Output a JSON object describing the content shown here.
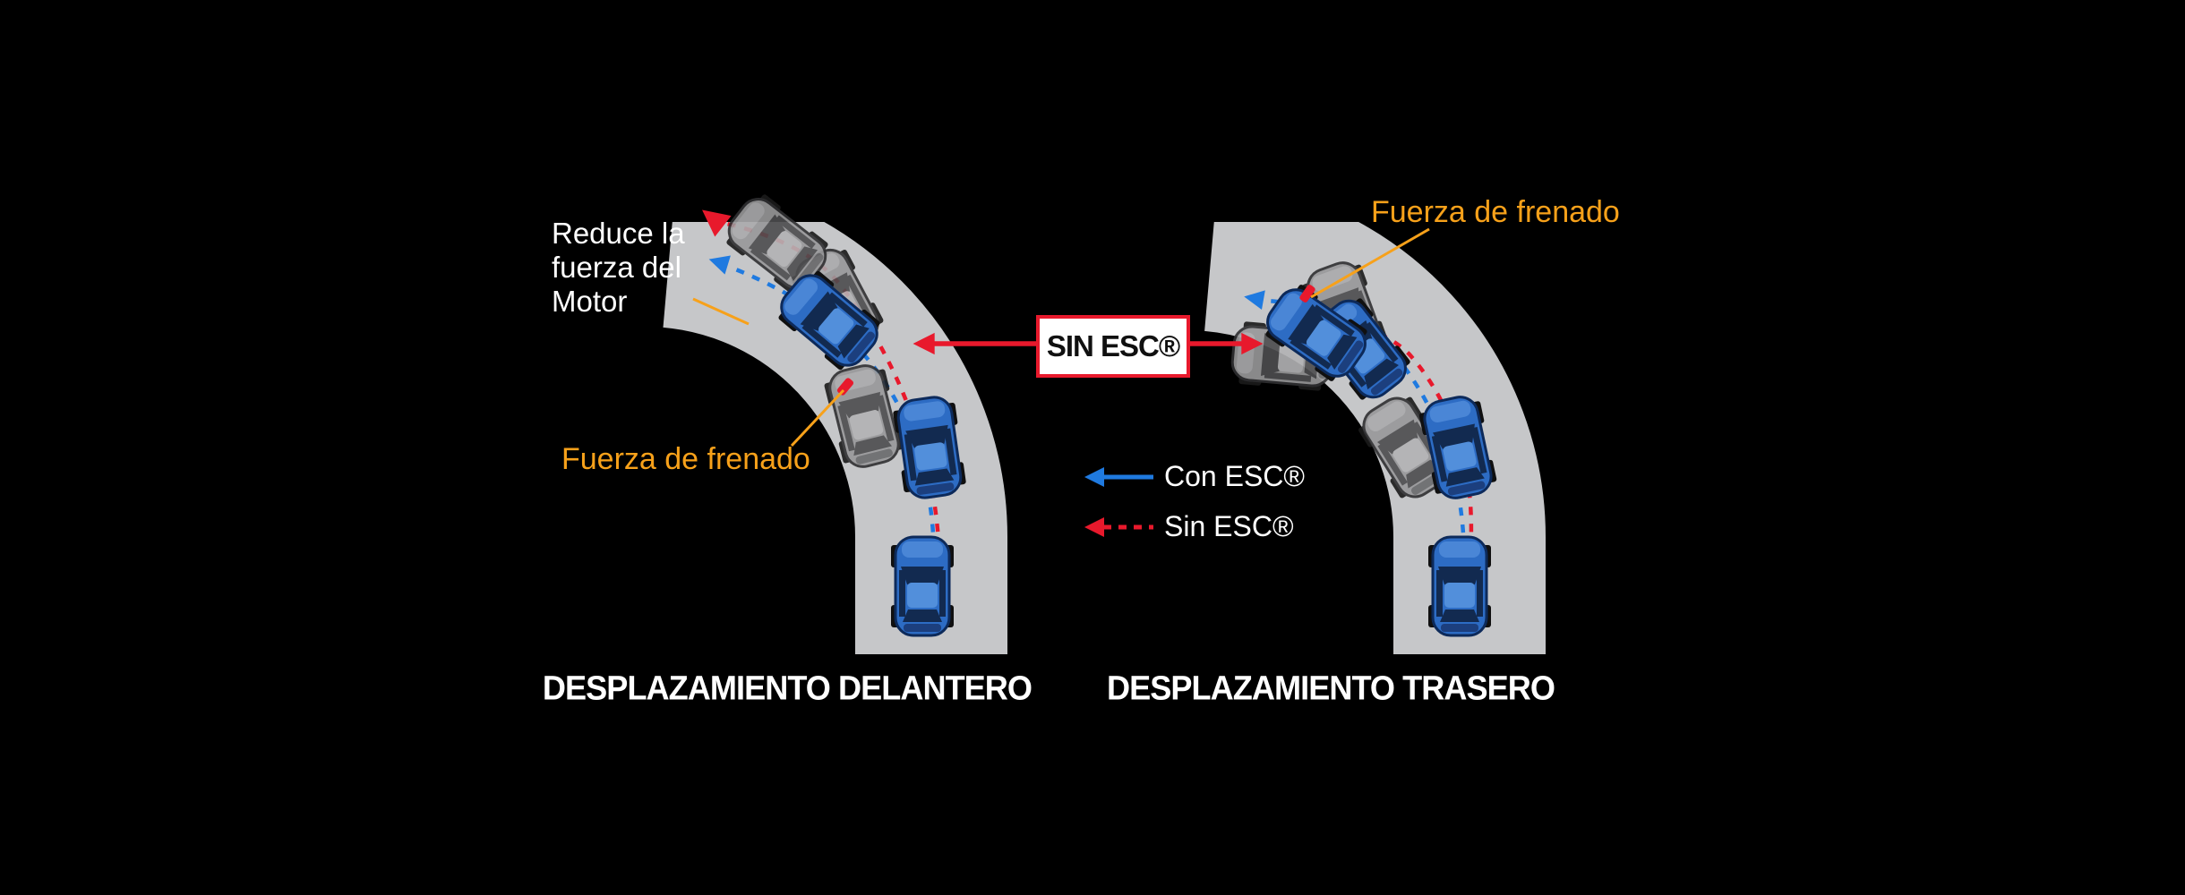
{
  "left_diagram": {
    "title": "DESPLAZAMIENTO DELANTERO",
    "engine_label": "Reduce la\nfuerza del\nMotor",
    "brake_label": "Fuerza de frenado"
  },
  "right_diagram": {
    "title": "DESPLAZAMIENTO TRASERO",
    "brake_label": "Fuerza de frenado"
  },
  "callout": {
    "sin_esc": "SIN ESC®"
  },
  "legend": {
    "with_esc": "Con ESC®",
    "without_esc": "Sin ESC®"
  },
  "colors": {
    "background": "#000000",
    "road": "#c6c7c9",
    "car_blue": "#2d6cc4",
    "car_gray": "#98989a",
    "arrow_blue": "#1f7ae0",
    "arrow_red": "#e8192c",
    "accent_orange": "#f7a11a",
    "text_white": "#ffffff"
  }
}
